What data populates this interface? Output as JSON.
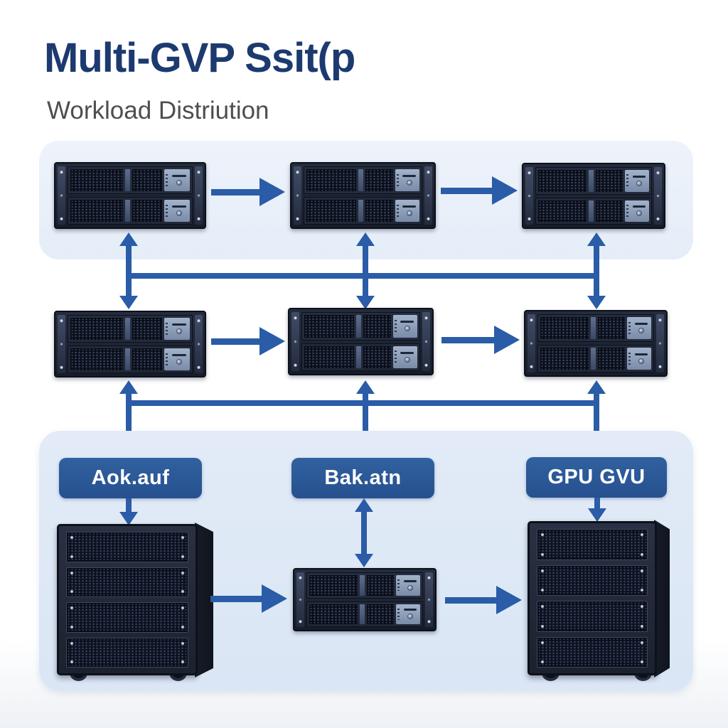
{
  "header": {
    "title": "Multi-GVP Ssit(p",
    "subtitle": "Workload Distriution"
  },
  "cluster_labels": {
    "left": "Aok.auf",
    "middle": "Bak.atn",
    "right": "GPU GVU"
  },
  "colors": {
    "arrow_blue": "#2a5ca7",
    "title_navy": "#1c3a6f",
    "label_box_blue": "#2b5697",
    "top_band": "#e9effa",
    "bottom_band": "#dde8f6"
  },
  "diagram": {
    "top_row_server_count": 3,
    "middle_row_server_count": 3,
    "bottom_left_tower_units": 4,
    "bottom_right_tower_units": 4,
    "bottom_middle_server_count": 1,
    "connections": "rows linked left-to-right; rows and clusters linked by bidirectional bus lines"
  }
}
